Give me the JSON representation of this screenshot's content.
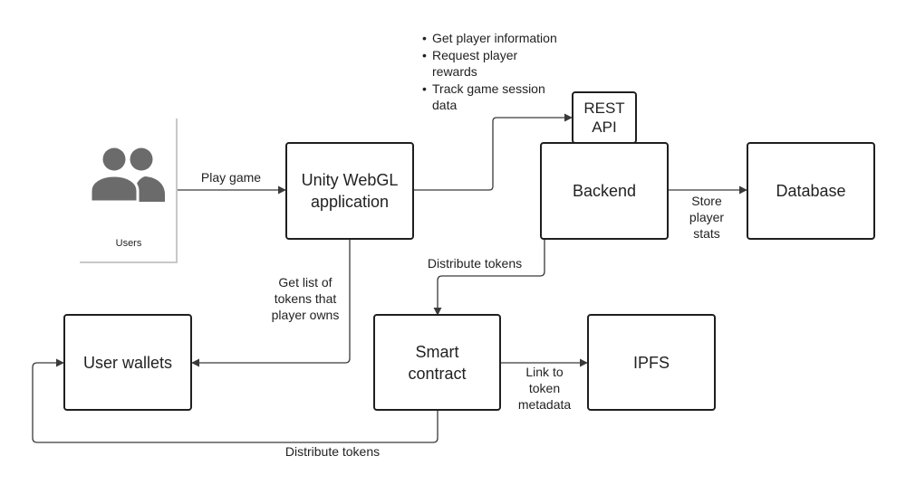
{
  "nodes": {
    "users": "Users",
    "unity": "Unity WebGL\napplication",
    "rest_api": "REST\nAPI",
    "backend": "Backend",
    "database": "Database",
    "user_wallets": "User wallets",
    "smart_contract": "Smart\ncontract",
    "ipfs": "IPFS"
  },
  "edges": {
    "play_game": "Play game",
    "store_player_stats": "Store\nplayer\nstats",
    "get_token_list": "Get list of\ntokens that\nplayer owns",
    "distribute_tokens_backend": "Distribute tokens",
    "link_metadata": "Link to\ntoken\nmetadata",
    "distribute_tokens_wallets": "Distribute tokens"
  },
  "api_notes": [
    "Get player information",
    "Request player\nrewards",
    "Track game session\ndata"
  ],
  "colors": {
    "stroke": "#1f1f1f",
    "icon": "#6b6b6b",
    "frame": "#c8c8c8"
  }
}
